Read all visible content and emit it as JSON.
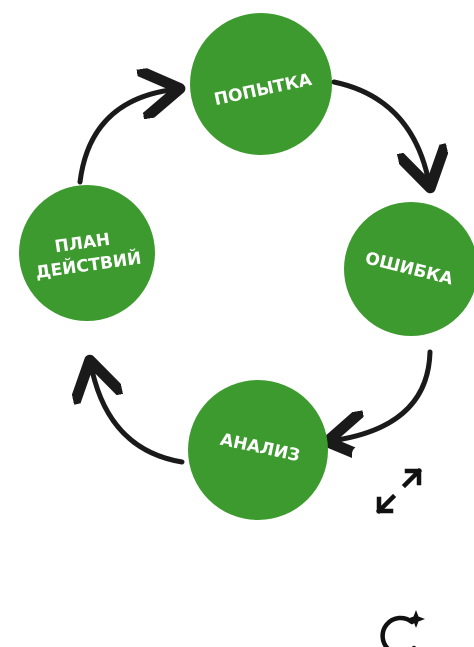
{
  "diagram": {
    "nodes": [
      {
        "id": "attempt",
        "lines": [
          "ПОПЫТКА"
        ]
      },
      {
        "id": "error",
        "lines": [
          "ОШИБКА"
        ]
      },
      {
        "id": "analysis",
        "lines": [
          "АНАЛИЗ"
        ]
      },
      {
        "id": "plan",
        "lines": [
          "ПЛАН",
          "ДЕЙСТВИЙ"
        ]
      }
    ],
    "node_color": "#3d9a2e",
    "arrow_color": "#1a1a1a"
  },
  "controls": {
    "expand_icon": "expand-arrows-icon",
    "refresh_icon": "refresh-sparkle-icon"
  }
}
